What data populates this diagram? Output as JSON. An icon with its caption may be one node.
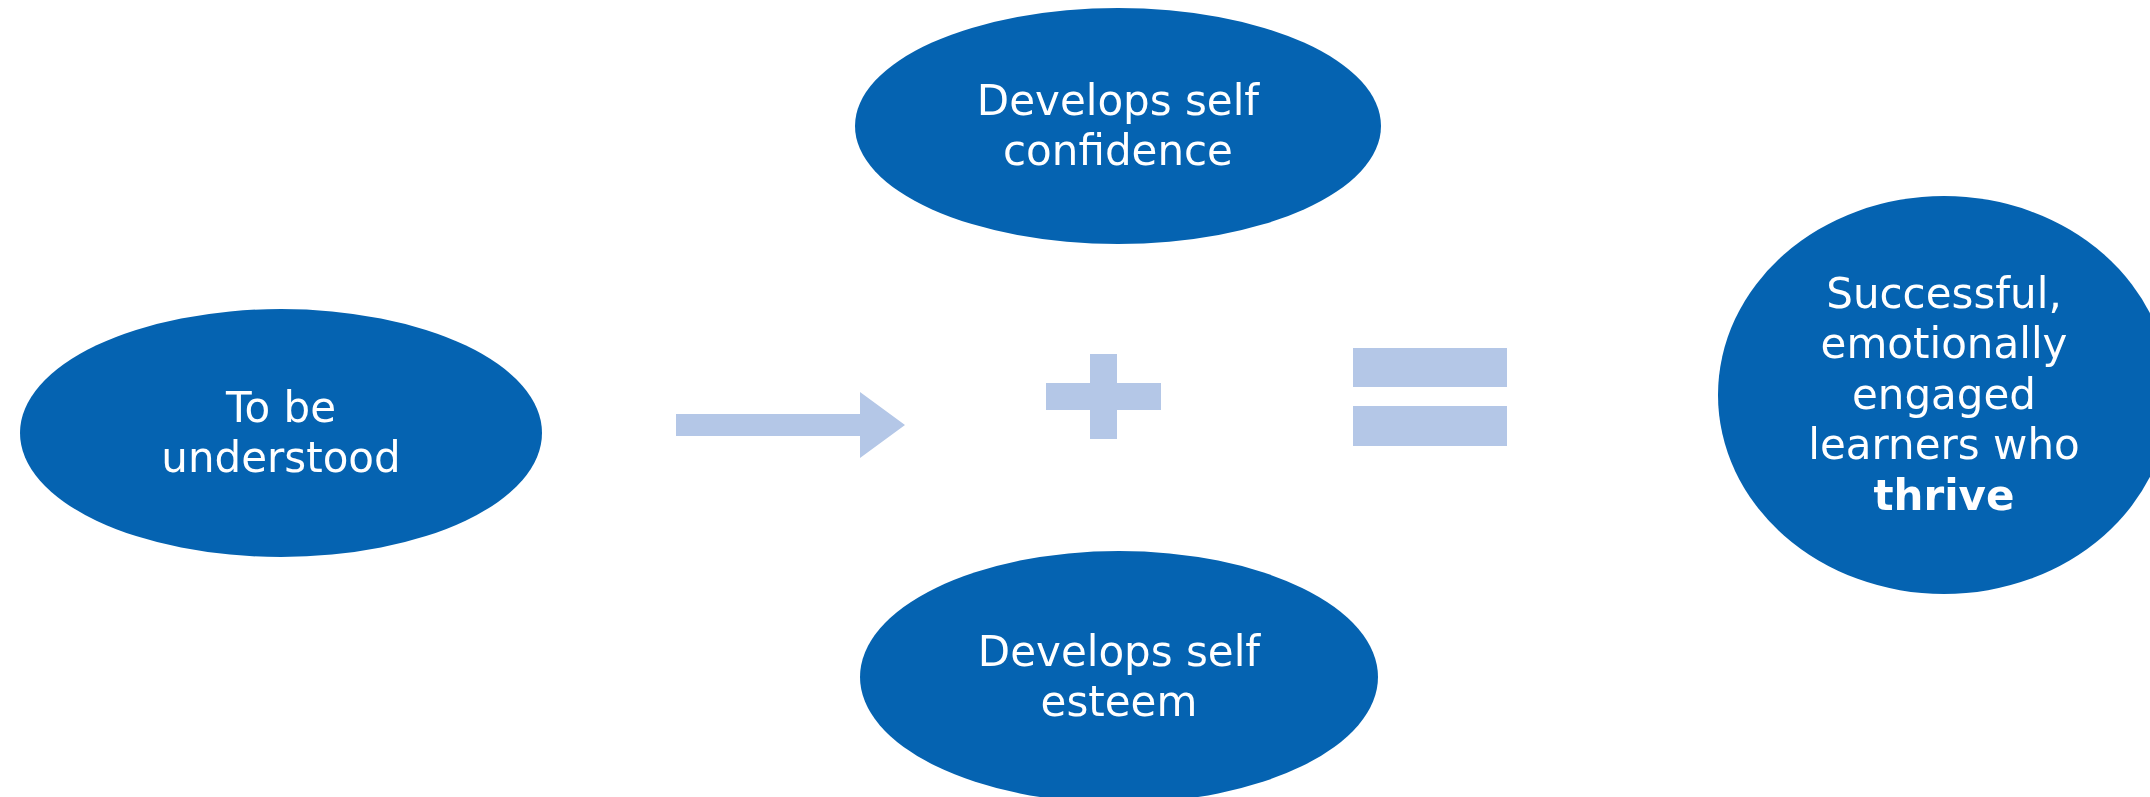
{
  "diagram": {
    "nodes": [
      {
        "text": [
          "To be understood"
        ]
      },
      {
        "text": [
          "Develops self confidence"
        ]
      },
      {
        "text": [
          "Develops self esteem"
        ]
      },
      {
        "text": [
          "Successful, emotionally engaged learners who **thrive**"
        ]
      }
    ]
  }
}
